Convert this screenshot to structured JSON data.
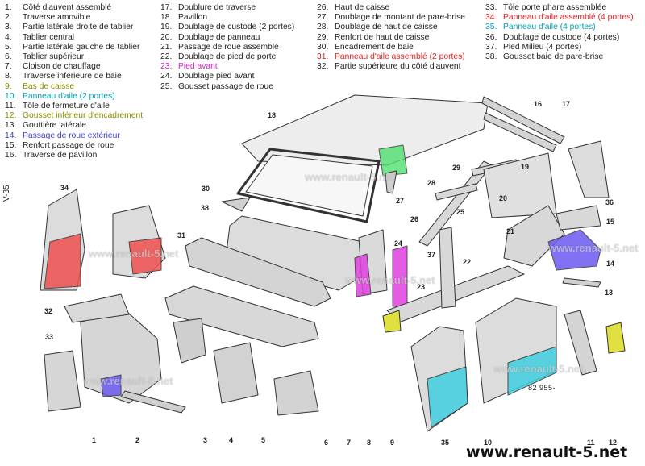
{
  "legend": {
    "columns": [
      [
        {
          "num": "1.",
          "label": "Côté d'auvent assemblé",
          "color": "#222222"
        },
        {
          "num": "2.",
          "label": "Traverse amovible",
          "color": "#222222"
        },
        {
          "num": "3.",
          "label": "Partie latérale droite de tablier",
          "color": "#222222"
        },
        {
          "num": "4.",
          "label": "Tablier central",
          "color": "#222222"
        },
        {
          "num": "5.",
          "label": "Partie latérale gauche de tablier",
          "color": "#222222"
        },
        {
          "num": "6.",
          "label": "Tablier supérieur",
          "color": "#222222"
        },
        {
          "num": "7.",
          "label": "Cloison de chauffage",
          "color": "#222222"
        },
        {
          "num": "8.",
          "label": "Traverse inférieure de baie",
          "color": "#222222"
        },
        {
          "num": "9.",
          "label": "Bas de caisse",
          "color": "#8c8c00"
        },
        {
          "num": "10.",
          "label": "Panneau d'aile (2 portes)",
          "color": "#00a0b0"
        },
        {
          "num": "11.",
          "label": "Tôle de fermeture d'aile",
          "color": "#222222"
        },
        {
          "num": "12.",
          "label": "Gousset inférieur d'encadrement",
          "color": "#8c8c00"
        },
        {
          "num": "13.",
          "label": "Gouttière latérale",
          "color": "#222222"
        },
        {
          "num": "14.",
          "label": "Passage de roue extérieur",
          "color": "#3a3ad0"
        },
        {
          "num": "15.",
          "label": "Renfort passage de roue",
          "color": "#222222"
        },
        {
          "num": "16.",
          "label": "Traverse de pavillon",
          "color": "#222222"
        }
      ],
      [
        {
          "num": "17.",
          "label": "Doublure de traverse",
          "color": "#222222"
        },
        {
          "num": "18.",
          "label": "Pavillon",
          "color": "#222222"
        },
        {
          "num": "19.",
          "label": "Doublage de custode (2 portes)",
          "color": "#222222"
        },
        {
          "num": "20.",
          "label": "Doublage de panneau",
          "color": "#222222"
        },
        {
          "num": "21.",
          "label": "Passage de roue assemblé",
          "color": "#222222"
        },
        {
          "num": "22.",
          "label": "Doublage de pied de porte",
          "color": "#222222"
        },
        {
          "num": "23.",
          "label": "Pied avant",
          "color": "#d020c0"
        },
        {
          "num": "24.",
          "label": "Doublage pied avant",
          "color": "#222222"
        },
        {
          "num": "25.",
          "label": "Gousset passage de roue",
          "color": "#222222"
        }
      ],
      [
        {
          "num": "26.",
          "label": "Haut de caisse",
          "color": "#222222"
        },
        {
          "num": "27.",
          "label": "Doublage de montant de pare-brise",
          "color": "#222222"
        },
        {
          "num": "28.",
          "label": "Doublage de haut de caisse",
          "color": "#222222"
        },
        {
          "num": "29.",
          "label": "Renfort de haut de caisse",
          "color": "#222222"
        },
        {
          "num": "30.",
          "label": "Encadrement de baie",
          "color": "#222222"
        },
        {
          "num": "31.",
          "label": "Panneau d'aile assemblé (2 portes)",
          "color": "#e02020"
        },
        {
          "num": "32.",
          "label": "Partie supérieure du côté d'auvent",
          "color": "#222222"
        }
      ],
      [
        {
          "num": "33.",
          "label": "Tôle porte phare assemblée",
          "color": "#222222"
        },
        {
          "num": "34.",
          "label": "Panneau d'aile assemblé (4 portes)",
          "color": "#e02020"
        },
        {
          "num": "35.",
          "label": "Panneau d'aile (4 portes)",
          "color": "#00a0b0"
        },
        {
          "num": "36.",
          "label": "Doublage de custode (4 portes)",
          "color": "#222222"
        },
        {
          "num": "37.",
          "label": "Pied Milieu (4 portes)",
          "color": "#222222"
        },
        {
          "num": "38.",
          "label": "Gousset baie de pare-brise",
          "color": "#222222"
        }
      ]
    ]
  },
  "side_tag": "V-35",
  "callouts": [
    "1",
    "2",
    "3",
    "4",
    "5",
    "6",
    "7",
    "8",
    "9",
    "10",
    "11",
    "12",
    "13",
    "14",
    "15",
    "16",
    "17",
    "18",
    "19",
    "20",
    "21",
    "22",
    "23",
    "24",
    "25",
    "26",
    "27",
    "28",
    "29",
    "30",
    "31",
    "32",
    "33",
    "34",
    "35",
    "36",
    "37",
    "38"
  ],
  "watermark": "www.renault-5.net",
  "reference": "82 955-",
  "footer": "www.renault-5.net",
  "colors": {
    "red_part": "#f05050",
    "cyan_part": "#40d0e0",
    "yellow_part": "#e0e040",
    "magenta_part": "#e040e0",
    "blue_part": "#6a5af0",
    "green_part": "#50e070",
    "line": "#333333",
    "fill": "#e8e8e8"
  }
}
